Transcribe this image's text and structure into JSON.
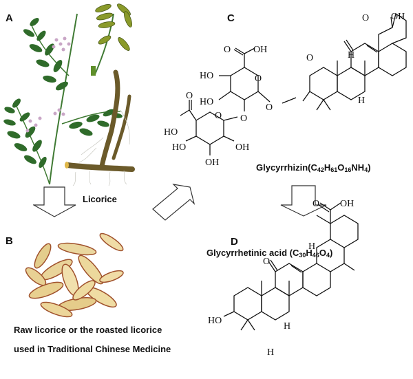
{
  "panels": {
    "A": {
      "label": "A",
      "caption": "Licorice",
      "content": "licorice-plant-illustration"
    },
    "B": {
      "label": "B",
      "caption_lines": [
        "Raw licorice or the roasted licorice",
        "used in Traditional Chinese Medicine"
      ],
      "content": "licorice-root-slices-photo"
    },
    "C": {
      "label": "C",
      "compound_name": "Glycyrrhizin",
      "formula_parts": [
        {
          "t": "(C",
          "sub": false
        },
        {
          "t": "42",
          "sub": true
        },
        {
          "t": "H",
          "sub": false
        },
        {
          "t": "61",
          "sub": true
        },
        {
          "t": "O",
          "sub": false
        },
        {
          "t": "16",
          "sub": true
        },
        {
          "t": "NH",
          "sub": false
        },
        {
          "t": "4",
          "sub": true
        },
        {
          "t": ")",
          "sub": false
        }
      ]
    },
    "D": {
      "label": "D",
      "compound_name": "Glycyrrhetinic acid ",
      "formula_parts": [
        {
          "t": "(C",
          "sub": false
        },
        {
          "t": "30",
          "sub": true
        },
        {
          "t": "H",
          "sub": false
        },
        {
          "t": "46",
          "sub": true
        },
        {
          "t": "O",
          "sub": false
        },
        {
          "t": "4",
          "sub": true
        },
        {
          "t": ")",
          "sub": false
        }
      ]
    }
  },
  "atom_labels": {
    "OH": "OH",
    "HO": "HO",
    "O": "O",
    "H": "H"
  },
  "arrows": [
    {
      "from": "A",
      "to": "B",
      "direction": "down"
    },
    {
      "from": "B",
      "to": "C",
      "direction": "up-right"
    },
    {
      "from": "C",
      "to": "D",
      "direction": "down"
    }
  ],
  "colors": {
    "ink": "#111111",
    "leaf": "#2f6b2a",
    "root": "#6b5a2a",
    "slice": "#e8d49a",
    "bark": "#a0522d"
  }
}
